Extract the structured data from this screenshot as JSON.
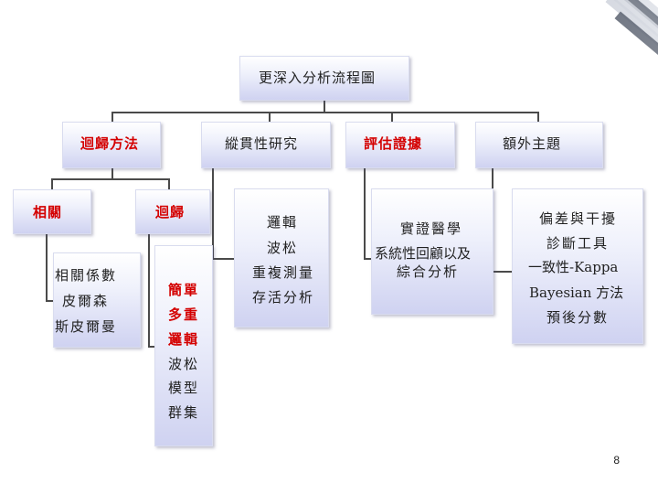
{
  "title": "更深入分析流程圖",
  "branches": {
    "regression": {
      "label": "迴歸方法"
    },
    "longitudinal": {
      "label": "縱貫性研究"
    },
    "evidence": {
      "label": "評估證據"
    },
    "extra": {
      "label": "額外主題"
    }
  },
  "correlation": {
    "label": "相關",
    "items": [
      "相關係數",
      "皮爾森",
      "斯皮爾曼"
    ]
  },
  "regression_sub": {
    "label": "迴歸",
    "items_red": [
      "簡單",
      "多重",
      "邏輯"
    ],
    "items": [
      "波松",
      "模型",
      "群集"
    ]
  },
  "longitudinal_items": [
    "邏輯",
    "波松",
    "重複測量",
    "存活分析"
  ],
  "evidence_items": [
    "實證醫學",
    "系統性回顧以及",
    "綜合分析"
  ],
  "extra_items": [
    "偏差與干擾",
    "診斷工具",
    "一致性-Kappa",
    "Bayesian 方法",
    "預後分數"
  ],
  "page_number": "8",
  "colors": {
    "emphasis": "#d40000",
    "connector": "#4a4a4a",
    "box_gradient_end": "#cfd2f1"
  }
}
